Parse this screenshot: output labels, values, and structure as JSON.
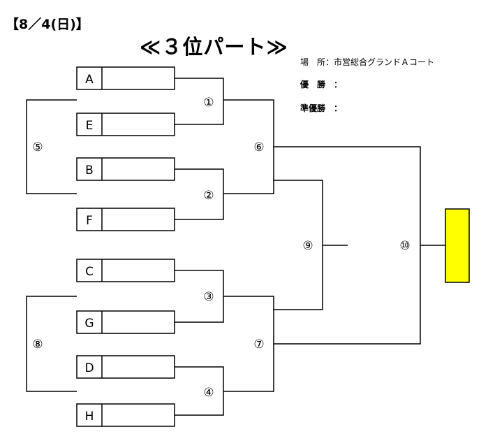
{
  "header": {
    "date": "【8／4(日)】",
    "title": "≪３位パート≫"
  },
  "info": {
    "venue_label": "場　所：",
    "venue_value": "市営総合グランドＡコート",
    "winner_label": "優　勝　：",
    "winner_value": "",
    "runnerup_label": "準優勝　：",
    "runnerup_value": ""
  },
  "teams": [
    "A",
    "E",
    "B",
    "F",
    "C",
    "G",
    "D",
    "H"
  ],
  "matches": {
    "m1": "①",
    "m2": "②",
    "m3": "③",
    "m4": "④",
    "m5": "⑤",
    "m6": "⑥",
    "m7": "⑦",
    "m8": "⑧",
    "m9": "⑨",
    "m10": "⑩"
  },
  "colors": {
    "line": "#000000",
    "champion_box": "#ffff00"
  }
}
